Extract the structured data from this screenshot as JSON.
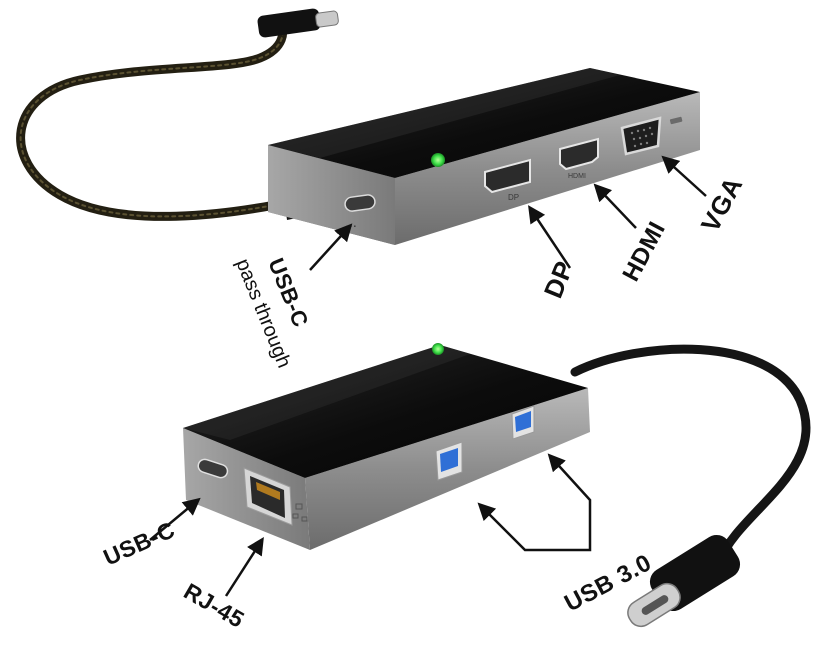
{
  "top_hub": {
    "port_labels": {
      "dp": "DP",
      "hdmi": "HDMI"
    },
    "callouts": {
      "usbc_pass_line1": "USB-C",
      "usbc_pass_line2": "pass through",
      "dp": "DP",
      "hdmi": "HDMI",
      "vga": "VGA"
    }
  },
  "bottom_hub": {
    "callouts": {
      "usbc": "USB-C",
      "rj45": "RJ-45",
      "usb3": "USB 3.0"
    }
  },
  "colors": {
    "led": "#3fe04a",
    "body_top": "#111111",
    "body_side": "#8f8f8f",
    "usb3_blue": "#2f6fd6",
    "cable": "#1a1a1a"
  }
}
